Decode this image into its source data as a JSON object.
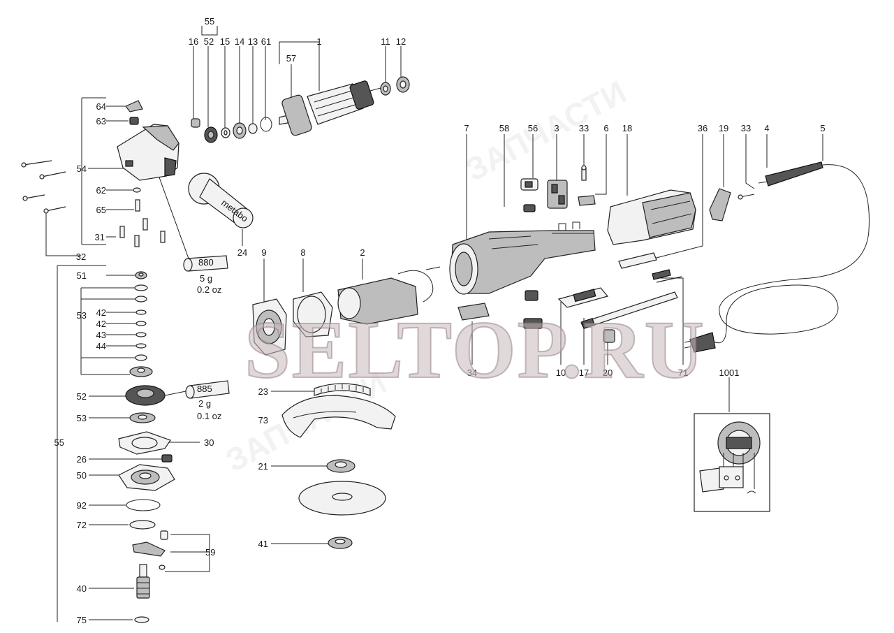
{
  "watermark": {
    "text": "SELTOP.RU"
  },
  "labels": {
    "l55_top": "55",
    "l16": "16",
    "l52_top": "52",
    "l15": "15",
    "l14": "14",
    "l13": "13",
    "l61": "61",
    "l1": "1",
    "l57": "57",
    "l11": "11",
    "l12": "12",
    "l64": "64",
    "l63": "63",
    "l54": "54",
    "l62": "62",
    "l65": "65",
    "l31": "31",
    "l32": "32",
    "l24": "24",
    "l51": "51",
    "l53_group": "53",
    "l42a": "42",
    "l42b": "42",
    "l43": "43",
    "l44": "44",
    "l52": "52",
    "l53": "53",
    "l30": "30",
    "l26": "26",
    "l50": "50",
    "l92": "92",
    "l72": "72",
    "l59": "59",
    "l40": "40",
    "l75": "75",
    "l55_side": "55",
    "l9": "9",
    "l8": "8",
    "l2": "2",
    "l23": "23",
    "l73": "73",
    "l21": "21",
    "l41": "41",
    "l7": "7",
    "l58": "58",
    "l56": "56",
    "l3": "3",
    "l33a": "33",
    "l6": "6",
    "l18": "18",
    "l36": "36",
    "l19": "19",
    "l33b": "33",
    "l4": "4",
    "l5": "5",
    "l34": "34",
    "l10": "10",
    "l17": "17",
    "l20": "20",
    "l71": "71",
    "l1001": "1001"
  },
  "grease": {
    "g880": {
      "code": "880",
      "weight_g": "5 g",
      "weight_oz": "0.2 oz"
    },
    "g885": {
      "code": "885",
      "weight_g": "2 g",
      "weight_oz": "0.1 oz"
    }
  },
  "handle_brand": "metabo"
}
